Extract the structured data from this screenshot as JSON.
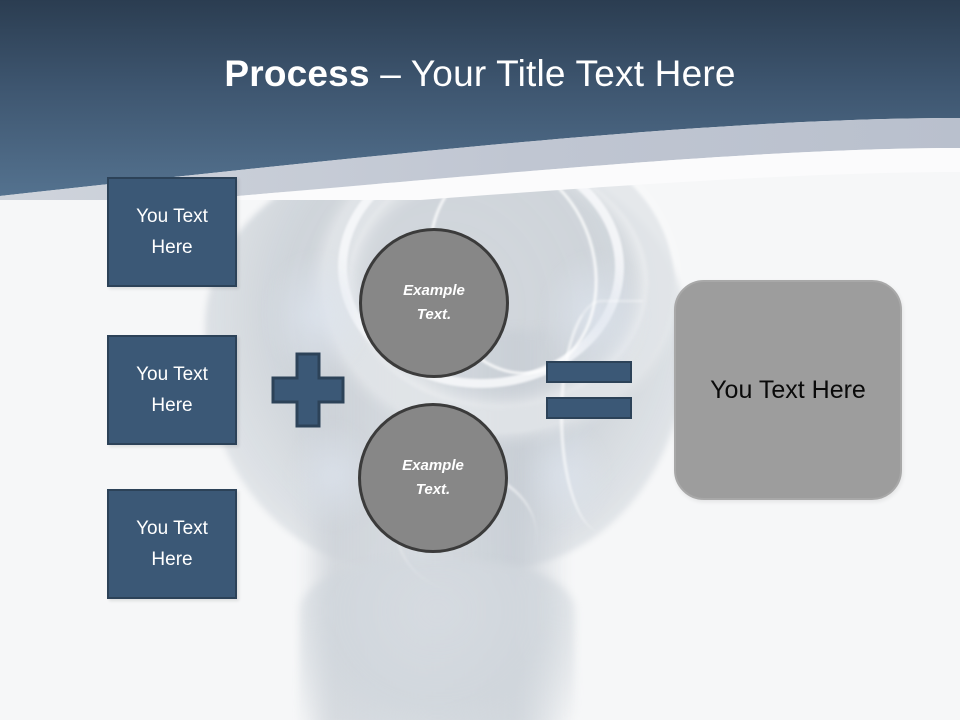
{
  "slide": {
    "title": {
      "bold_part": "Process",
      "regular_part": " – Your Title Text Here"
    },
    "background": {
      "header_gradient_top": "#2c3e52",
      "header_gradient_bottom": "#54728f",
      "swoosh_band_color": "#c3c9d4",
      "body_color": "#f7f8f9",
      "ghost_photo_name": "ghosted-object-watermark"
    },
    "accent_colors": {
      "blue_fill": "#3b5876",
      "blue_border": "#2c4258",
      "gray_circle_fill": "#878787",
      "gray_circle_border": "#3b3b3b",
      "result_fill": "#9d9d9d",
      "title_text": "#ffffff"
    },
    "input_boxes": [
      {
        "id": "box-1",
        "line1": "You Text",
        "line2": "Here"
      },
      {
        "id": "box-2",
        "line1": "You Text",
        "line2": "Here"
      },
      {
        "id": "box-3",
        "line1": "You Text",
        "line2": "Here"
      }
    ],
    "operators": {
      "plus_symbol": "plus-sign",
      "equals_symbol": "equals-sign"
    },
    "circles": [
      {
        "id": "circle-1",
        "line1": "Example",
        "line2": "Text."
      },
      {
        "id": "circle-2",
        "line1": "Example",
        "line2": "Text."
      }
    ],
    "result": {
      "label": "You Text Here"
    }
  }
}
